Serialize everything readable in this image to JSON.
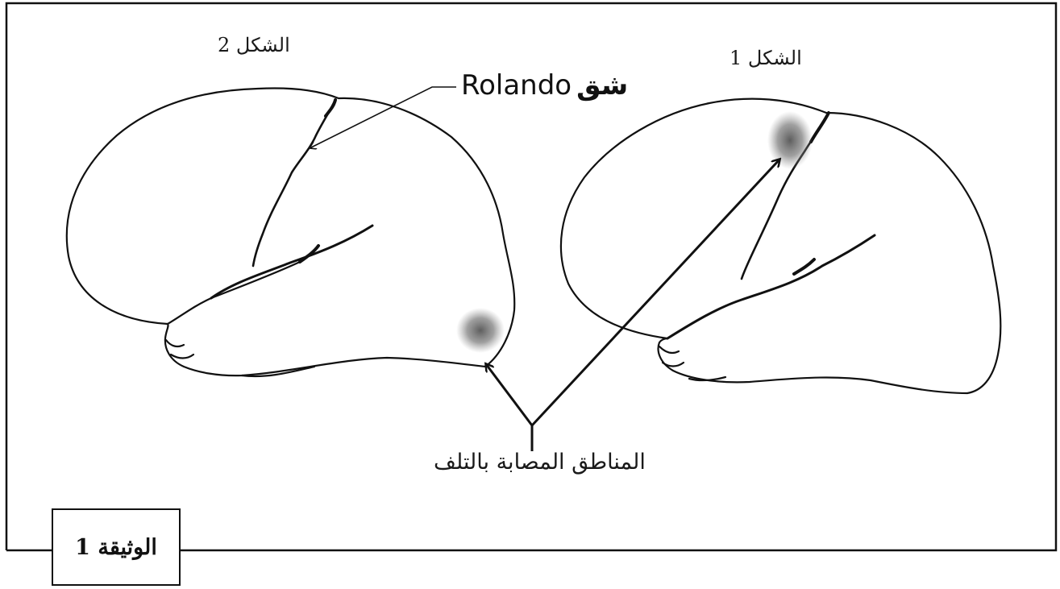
{
  "figure2": {
    "title": "الشكل 2"
  },
  "figure1": {
    "title": "الشكل 1"
  },
  "labels": {
    "rolando_latin": "Rolando",
    "rolando_arabic": "شق",
    "damaged_areas": "المناطق المصابة بالتلف"
  },
  "document": {
    "label": "الوثيقة 1"
  },
  "colors": {
    "outline": "#111111",
    "lesion": "#6e6e6e",
    "background": "#ffffff"
  }
}
